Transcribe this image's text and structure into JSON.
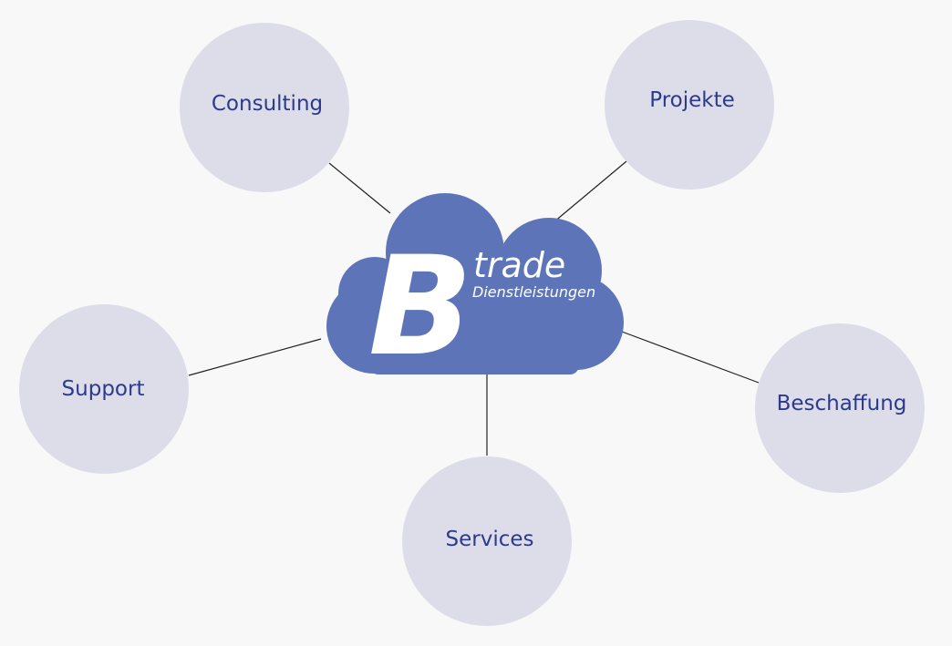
{
  "diagram": {
    "logo": {
      "letter": "B",
      "word": "trade",
      "tagline": "Dienstleistungen"
    },
    "nodes": [
      {
        "id": "consulting",
        "label": "Consulting"
      },
      {
        "id": "projekte",
        "label": "Projekte"
      },
      {
        "id": "support",
        "label": "Support"
      },
      {
        "id": "beschaffung",
        "label": "Beschaffung"
      },
      {
        "id": "services",
        "label": "Services"
      }
    ]
  },
  "colors": {
    "background": "#f8f8f8",
    "cloud": "#5d74b8",
    "node_fill": "#dcdde8",
    "text": "#2b3a8f",
    "line": "#222222"
  }
}
